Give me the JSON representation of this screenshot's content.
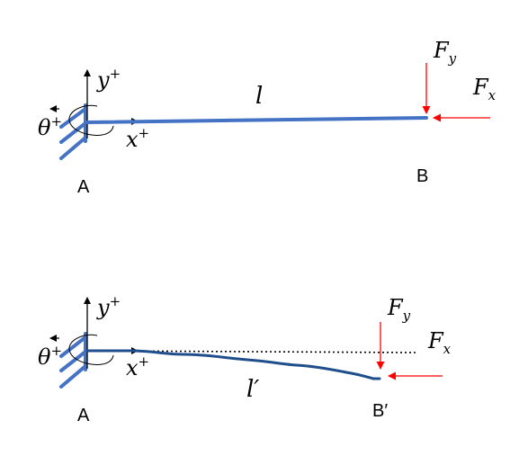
{
  "colors": {
    "beam": "#4472C4",
    "beam_deformed": "#1F4E8C",
    "force": "#FF0000",
    "axis": "#000000"
  },
  "top": {
    "length_label": "l",
    "support_label": "A",
    "end_label": "B",
    "axis_y": "y",
    "axis_x": "x",
    "axis_sup": "+",
    "angle": "θ",
    "angle_sup": "+",
    "force_y_main": "F",
    "force_y_sub": "y",
    "force_x_main": "F",
    "force_x_sub": "x"
  },
  "bottom": {
    "length_label": "l′",
    "support_label": "A",
    "end_label": "B′",
    "axis_y": "y",
    "axis_x": "x",
    "axis_sup": "+",
    "angle": "θ",
    "angle_sup": "+",
    "force_y_main": "F",
    "force_y_sub": "y",
    "force_x_main": "F",
    "force_x_sub": "x"
  }
}
